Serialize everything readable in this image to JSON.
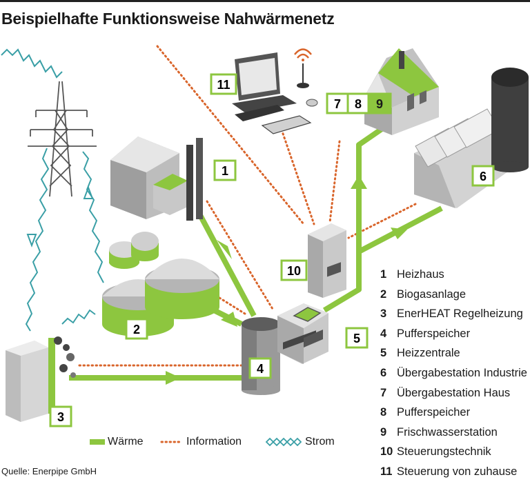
{
  "title": "Beispielhafte Funktionsweise Nahwärmenetz",
  "source": "Quelle: Enerpipe GmbH",
  "colors": {
    "waerme": "#8dc63f",
    "information": "#d9652b",
    "strom": "#3a9fa6",
    "building_gray": "#bdbdbd",
    "dark_gray": "#555555"
  },
  "diagram": {
    "badges": {
      "b1": "1",
      "b2": "2",
      "b3": "3",
      "b4": "4",
      "b5": "5",
      "b6": "6",
      "b7": "7",
      "b8": "8",
      "b9": "9",
      "b10": "10",
      "b11": "11"
    }
  },
  "legend_items": [
    {
      "num": "1",
      "label": "Heizhaus"
    },
    {
      "num": "2",
      "label": "Biogasanlage"
    },
    {
      "num": "3",
      "label": "EnerHEAT Regelheizung"
    },
    {
      "num": "4",
      "label": "Pufferspeicher"
    },
    {
      "num": "5",
      "label": "Heizzentrale"
    },
    {
      "num": "6",
      "label": "Übergabestation Industrie"
    },
    {
      "num": "7",
      "label": "Übergabestation Haus"
    },
    {
      "num": "8",
      "label": "Pufferspeicher"
    },
    {
      "num": "9",
      "label": "Frischwasserstation"
    },
    {
      "num": "10",
      "label": "Steuerungstechnik"
    },
    {
      "num": "11",
      "label": "Steuerung von zuhause"
    }
  ],
  "key": {
    "waerme": "Wärme",
    "information": "Information",
    "strom": "Strom"
  }
}
